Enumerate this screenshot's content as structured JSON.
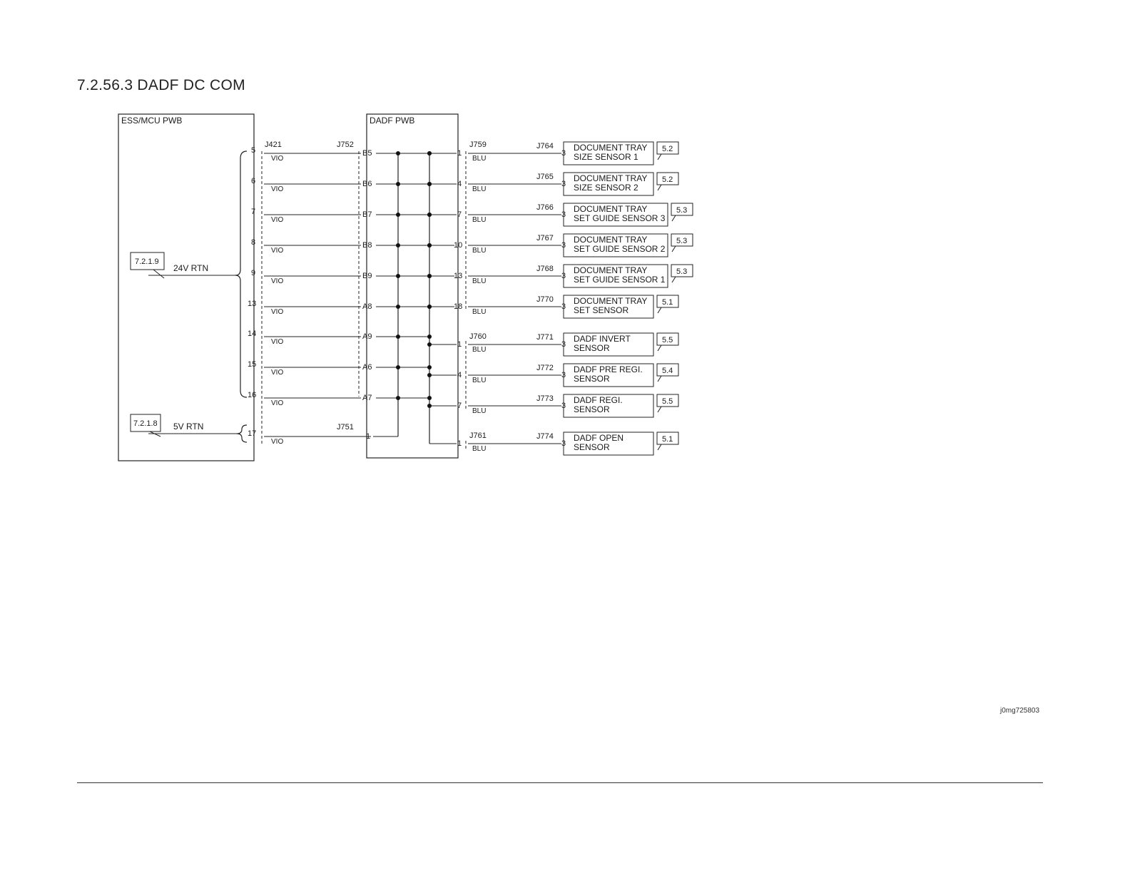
{
  "title": "7.2.56.3 DADF DC COM",
  "image_id": "j0mg725803",
  "boards": {
    "ess": "ESS/MCU PWB",
    "dadf": "DADF PWB"
  },
  "connectors": {
    "j421": "J421",
    "j752": "J752",
    "j751": "J751",
    "j759": "J759",
    "j760": "J760",
    "j761": "J761"
  },
  "refs": {
    "rtn24_ref": "7.2.1.9",
    "rtn24_label": "24V RTN",
    "rtn5_ref": "7.2.1.8",
    "rtn5_label": "5V RTN"
  },
  "wire_colors": {
    "vio": "VIO",
    "blu": "BLU"
  },
  "left_rows": [
    {
      "pin": "5",
      "j752pin": "B5"
    },
    {
      "pin": "6",
      "j752pin": "B6"
    },
    {
      "pin": "7",
      "j752pin": "B7"
    },
    {
      "pin": "8",
      "j752pin": "B8"
    },
    {
      "pin": "9",
      "j752pin": "B9"
    },
    {
      "pin": "13",
      "j752pin": "A8"
    },
    {
      "pin": "14",
      "j752pin": "A9"
    },
    {
      "pin": "15",
      "j752pin": "A6"
    },
    {
      "pin": "16",
      "j752pin": "A7"
    },
    {
      "pin": "17",
      "j752pin": "1"
    }
  ],
  "sensors": [
    {
      "dpin": "1",
      "conn": "J764",
      "spin": "3",
      "line1": "DOCUMENT TRAY",
      "line2": "SIZE SENSOR 1",
      "ref": "5.2"
    },
    {
      "dpin": "4",
      "conn": "J765",
      "spin": "3",
      "line1": "DOCUMENT TRAY",
      "line2": "SIZE SENSOR 2",
      "ref": "5.2"
    },
    {
      "dpin": "7",
      "conn": "J766",
      "spin": "3",
      "line1": "DOCUMENT TRAY",
      "line2": "SET GUIDE SENSOR 3",
      "ref": "5.3"
    },
    {
      "dpin": "10",
      "conn": "J767",
      "spin": "3",
      "line1": "DOCUMENT TRAY",
      "line2": "SET GUIDE SENSOR 2",
      "ref": "5.3"
    },
    {
      "dpin": "13",
      "conn": "J768",
      "spin": "3",
      "line1": "DOCUMENT TRAY",
      "line2": "SET GUIDE SENSOR 1",
      "ref": "5.3"
    },
    {
      "dpin": "18",
      "conn": "J770",
      "spin": "3",
      "line1": "DOCUMENT TRAY",
      "line2": "SET SENSOR",
      "ref": "5.1"
    },
    {
      "dpin": "1",
      "conn": "J771",
      "spin": "3",
      "line1": "DADF INVERT",
      "line2": "SENSOR",
      "ref": "5.5"
    },
    {
      "dpin": "4",
      "conn": "J772",
      "spin": "3",
      "line1": "DADF PRE REGI.",
      "line2": "SENSOR",
      "ref": "5.4"
    },
    {
      "dpin": "7",
      "conn": "J773",
      "spin": "3",
      "line1": "DADF REGI.",
      "line2": "SENSOR",
      "ref": "5.5"
    },
    {
      "dpin": "1",
      "conn": "J774",
      "spin": "3",
      "line1": "DADF OPEN",
      "line2": "SENSOR",
      "ref": "5.1"
    }
  ]
}
